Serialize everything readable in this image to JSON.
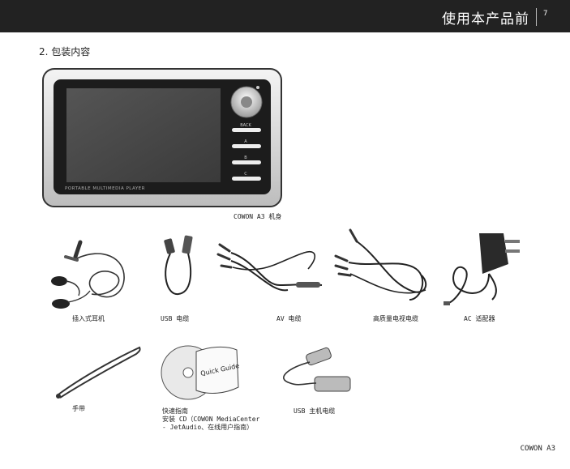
{
  "header": {
    "title": "使用本产品前",
    "page_number": "7"
  },
  "section_title": "2. 包装内容",
  "player": {
    "caption": "COWON A3 机身",
    "screen_text": "PORTABLE MULTIMEDIA PLAYER",
    "button_labels": [
      "BACK",
      "A",
      "B",
      "C"
    ]
  },
  "items": {
    "earphones": "插入式耳机",
    "usb_cable": "USB 电缆",
    "av_cable": "AV 电缆",
    "hq_video_cable": "高质量电视电缆",
    "ac_adapter": "AC 适配器",
    "strap": "手带",
    "guide_line1": "快速指南",
    "guide_line2": "安装 CD（COWON MediaCenter",
    "guide_line3": "- JetAudio、在线用户指南）",
    "usb_host_cable": "USB 主机电缆"
  },
  "quick_guide_text": "Quick Guide",
  "footer": "COWON A3"
}
